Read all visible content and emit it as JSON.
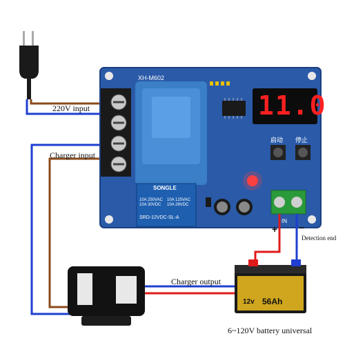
{
  "board": {
    "model": "XH-M602",
    "display_value": "11.0",
    "button_start": "启动",
    "button_stop": "停止",
    "plus_sign": "+",
    "minus_sign": "−",
    "in_label": "IN"
  },
  "relay": {
    "brand": "SONGLE",
    "rating_left": "10A 250VAC\n10A 30VDC",
    "rating_right": "10A 125VAC\n10A 28VDC",
    "model": "SRD-12VDC-SL-A"
  },
  "labels": {
    "input_220v": "220V input",
    "charger_input": "Charger input",
    "charger_output": "Charger output",
    "detection_end": "Detection end",
    "battery_universal": "6~120V battery universal"
  },
  "battery": {
    "brand": "12v",
    "capacity": "56Ah"
  },
  "colors": {
    "board_blue": "#2a5aa8",
    "transformer_blue": "#3a7fc8",
    "wire_brown": "#8b4a1a",
    "wire_blue": "#1e3fd0",
    "wire_red": "#e01a1a",
    "terminal_green": "#2a9a3a",
    "display_red": "#ff2020"
  },
  "icons": [
    "power-plug-icon",
    "charger-adapter-icon",
    "battery-icon",
    "transformer-icon",
    "relay-icon",
    "led-icon"
  ]
}
